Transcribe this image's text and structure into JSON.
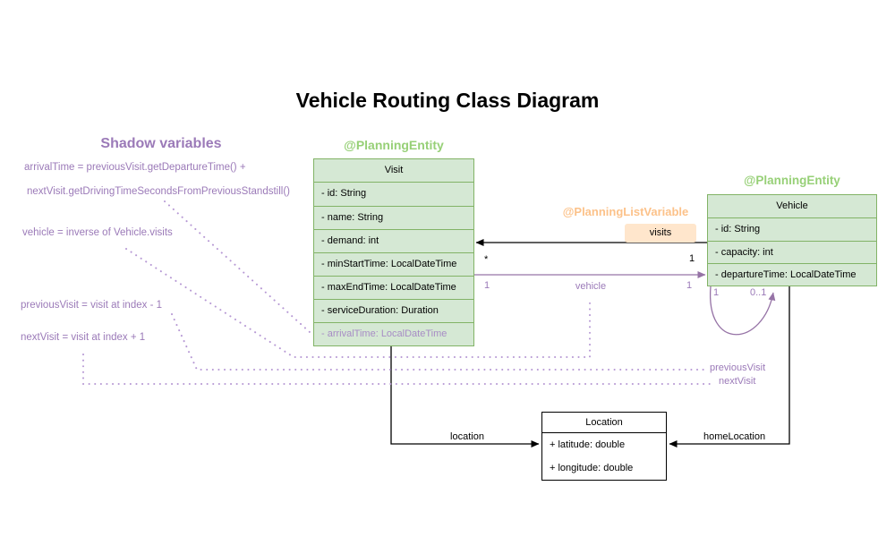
{
  "title": "Vehicle Routing Class Diagram",
  "shadow_panel": {
    "heading": "Shadow variables",
    "arrival_time_line1": "arrivalTime = previousVisit.getDepartureTime() +",
    "arrival_time_line2": "nextVisit.getDrivingTimeSecondsFromPreviousStandstill()",
    "vehicle_line": "vehicle = inverse of Vehicle.visits",
    "previous_visit_line": "previousVisit = visit at index - 1",
    "next_visit_line": "nextVisit = visit at index + 1"
  },
  "annotations": {
    "visit_entity": "@PlanningEntity",
    "vehicle_entity": "@PlanningEntity",
    "planning_list_variable": "@PlanningListVariable"
  },
  "classes": {
    "visit": {
      "name": "Visit",
      "attributes": [
        "- id: String",
        "- name: String",
        "- demand: int",
        "- minStartTime: LocalDateTime",
        "- maxEndTime: LocalDateTime",
        "- serviceDuration: Duration",
        "- arrivalTime: LocalDateTime"
      ]
    },
    "vehicle": {
      "name": "Vehicle",
      "attributes": [
        "- id: String",
        "- capacity: int",
        "- departureTime: LocalDateTime"
      ]
    },
    "location": {
      "name": "Location",
      "attributes": [
        "+ latitude: double",
        "+ longitude: double"
      ]
    }
  },
  "relations": {
    "visits": {
      "label": "visits",
      "visit_mult": "*",
      "vehicle_mult": "1"
    },
    "vehicle": {
      "label": "vehicle",
      "left_mult": "1",
      "right_mult": "1"
    },
    "chain": {
      "left_mult": "1",
      "right_mult": "0..1"
    },
    "location": {
      "label": "location"
    },
    "home_location": {
      "label": "homeLocation"
    },
    "previous_visit": {
      "label": "previousVisit"
    },
    "next_visit": {
      "label": "nextVisit"
    }
  },
  "colors": {
    "purple-text": "#9b7ab8",
    "purple-line": "#9673a6",
    "purple-dot": "#b698d4",
    "green-text": "#97d077",
    "green-fill": "#d5e8d4",
    "green-border": "#82b366",
    "orange-text": "#fcc28a",
    "orange-fill": "#ffe6cc",
    "ink": "#000000"
  }
}
